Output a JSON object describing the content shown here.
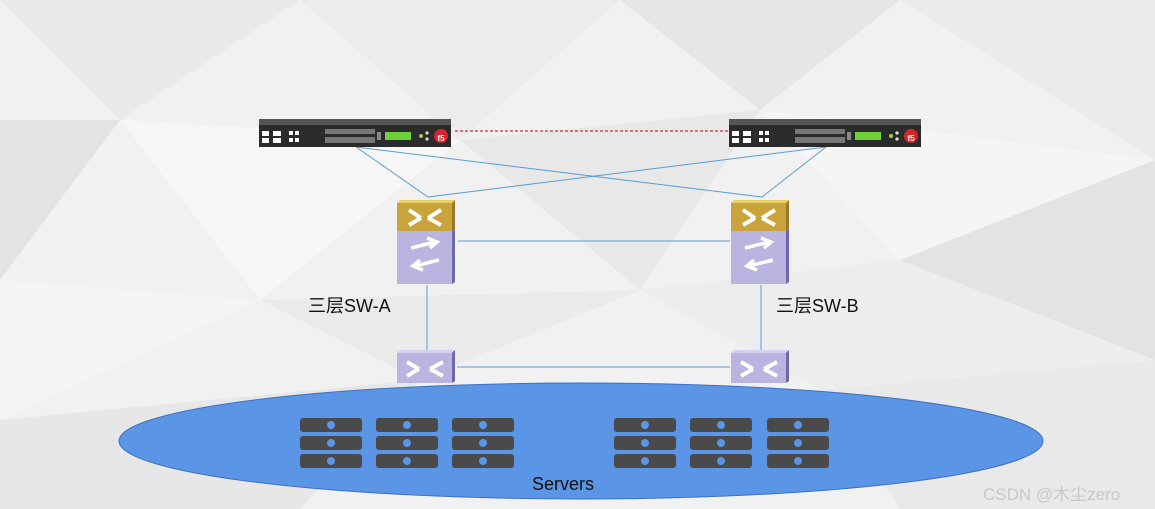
{
  "labels": {
    "switch_a": "三层SW-A",
    "switch_b": "三层SW-B",
    "servers": "Servers"
  },
  "device_marks": {
    "lb_logo": "f5"
  },
  "watermark": "CSDN @木尘zero",
  "colors": {
    "link": "#5b9bd5",
    "ha_link": "#c00000",
    "server_pool": "#5b95e6",
    "server_pool_border": "#3f6fbf",
    "l3_top": "#c9a43a",
    "l3_body": "#b9b4e0",
    "access_switch": "#b9b4e0",
    "device_chassis": "#2b2b2b",
    "server_unit": "#4a4a4a"
  },
  "icons": {
    "load_balancer": "f5-load-balancer-icon",
    "l3_switch": "layer3-switch-icon",
    "access_switch": "access-switch-icon",
    "server": "server-rack-icon"
  }
}
